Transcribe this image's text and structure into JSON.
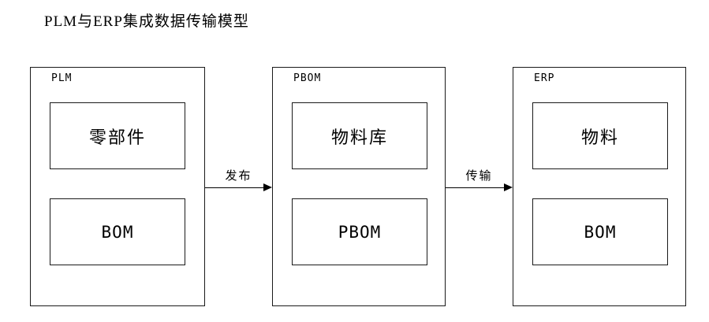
{
  "title": "PLM与ERP集成数据传输模型",
  "diagram": {
    "columns": [
      {
        "label": "PLM",
        "boxes": [
          "零部件",
          "BOM"
        ]
      },
      {
        "label": "PBOM",
        "boxes": [
          "物料库",
          "PBOM"
        ]
      },
      {
        "label": "ERP",
        "boxes": [
          "物料",
          "BOM"
        ]
      }
    ],
    "arrows": [
      {
        "label": "发布"
      },
      {
        "label": "传输"
      }
    ],
    "colors": {
      "line": "#1a1a1a",
      "background": "#ffffff",
      "text": "#000000"
    }
  }
}
